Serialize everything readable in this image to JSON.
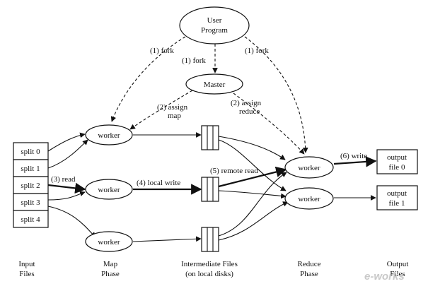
{
  "nodes": {
    "user_program": [
      "User",
      "Program"
    ],
    "master": "Master",
    "map_worker": "worker",
    "reduce_worker": "worker",
    "output_file_0": [
      "output",
      "file 0"
    ],
    "output_file_1": [
      "output",
      "file 1"
    ]
  },
  "splits": [
    "split 0",
    "split 1",
    "split 2",
    "split 3",
    "split 4"
  ],
  "edge_labels": {
    "fork_left": "(1) fork",
    "fork_center": "(1) fork",
    "fork_right": "(1) fork",
    "assign_map": [
      "(2) assign",
      "map"
    ],
    "assign_reduce": [
      "(2) assign",
      "reduce"
    ],
    "read": "(3) read",
    "local_write": "(4) local write",
    "remote_read": "(5) remote read",
    "write": "(6) write"
  },
  "captions": {
    "input": [
      "Input",
      "Files"
    ],
    "map": [
      "Map",
      "Phase"
    ],
    "intermediate": [
      "Intermediate Files",
      "(on local disks)"
    ],
    "reduce": [
      "Reduce",
      "Phase"
    ],
    "output": [
      "Output",
      "Files"
    ]
  },
  "watermark": "e-works"
}
